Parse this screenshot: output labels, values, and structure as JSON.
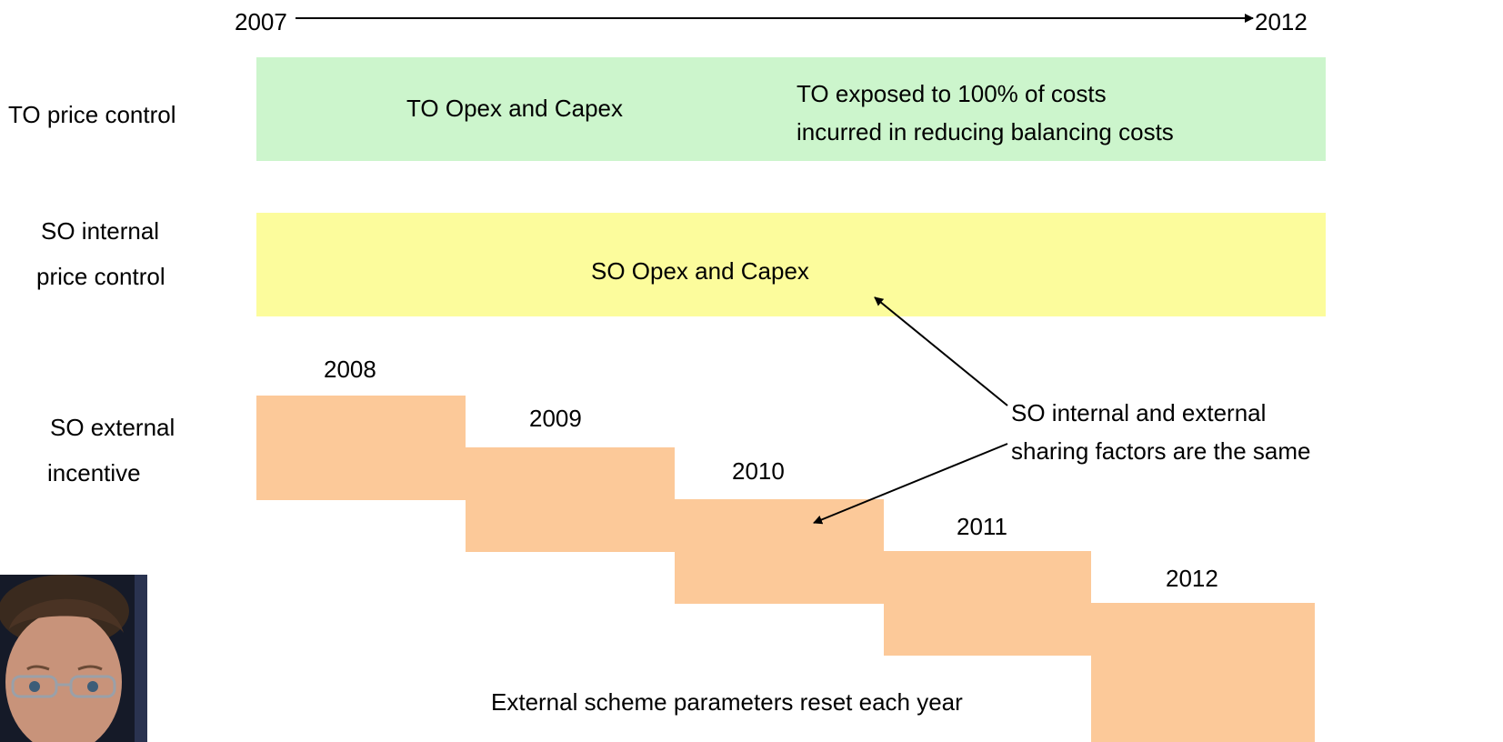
{
  "timeline": {
    "start_label": "2007",
    "end_label": "2012"
  },
  "rows": {
    "to": {
      "label": "TO price control",
      "bar_text_left": "TO Opex and Capex",
      "bar_text_right": [
        "TO exposed to 100% of costs",
        "incurred in reducing balancing costs"
      ]
    },
    "so_internal": {
      "label": [
        "SO internal",
        "price control"
      ],
      "bar_text": "SO Opex and Capex"
    },
    "so_external": {
      "label": [
        "SO external",
        "incentive"
      ],
      "years": [
        "2008",
        "2009",
        "2010",
        "2011",
        "2012"
      ]
    }
  },
  "annotation": [
    "SO internal and external",
    "sharing factors are the same"
  ],
  "footer_note": "External scheme parameters reset each year",
  "colors": {
    "to_bar": "#ccf5cc",
    "so_internal_bar": "#fcfc9c",
    "so_external_step": "#fcc999"
  },
  "icons": {
    "photo": "person-photo",
    "arrows": "arrow-icon"
  }
}
